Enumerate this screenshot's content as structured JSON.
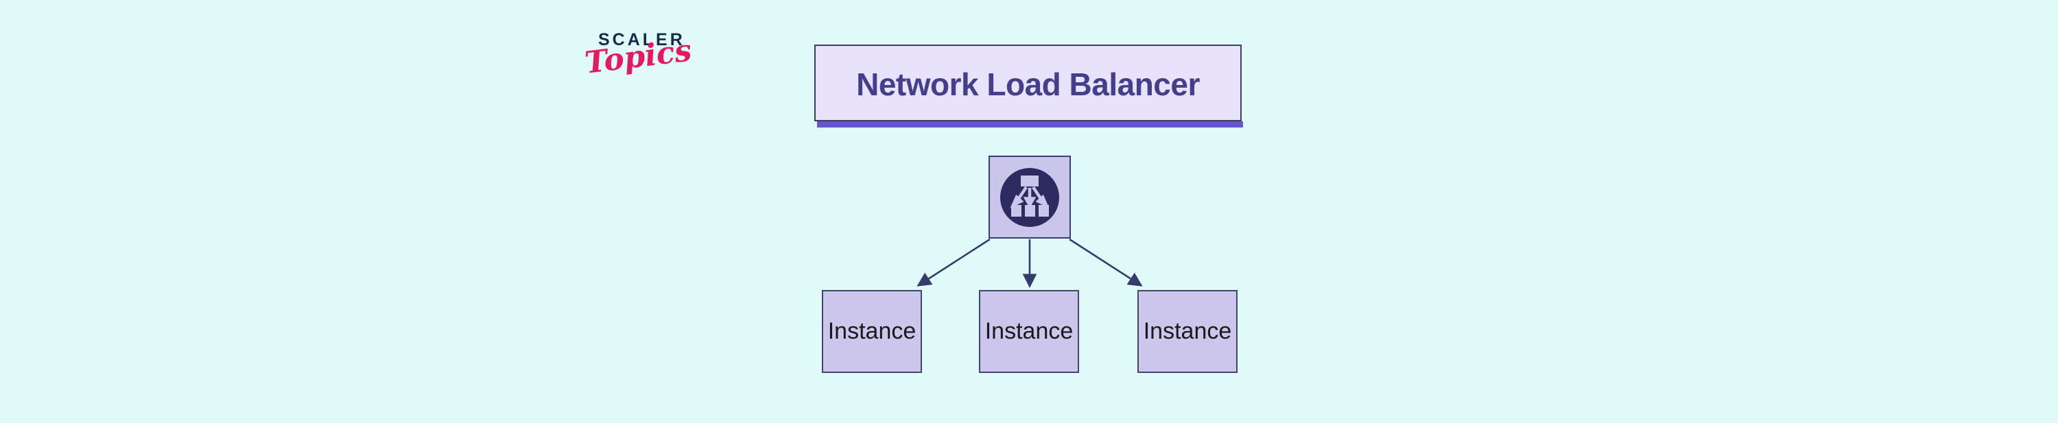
{
  "background_color": "#E0FAF9",
  "logo": {
    "brand": "SCALER",
    "product": "Topics",
    "brand_color": "#142C47",
    "product_color": "#E6195E"
  },
  "diagram": {
    "title": "Network Load Balancer",
    "title_text_color": "#443E8C",
    "title_box_fill": "#E8E3FA",
    "title_underline_color": "#6557CA",
    "node_fill": "#CCC6EC",
    "node_border_color": "#44436E",
    "arrow_color": "#353C6D",
    "load_balancer": {
      "icon": "load-balancer-icon",
      "icon_circle_color": "#2D2B60",
      "icon_glyph_color": "#CAC6EB"
    },
    "instances": [
      {
        "label": "Instance"
      },
      {
        "label": "Instance"
      },
      {
        "label": "Instance"
      }
    ]
  }
}
